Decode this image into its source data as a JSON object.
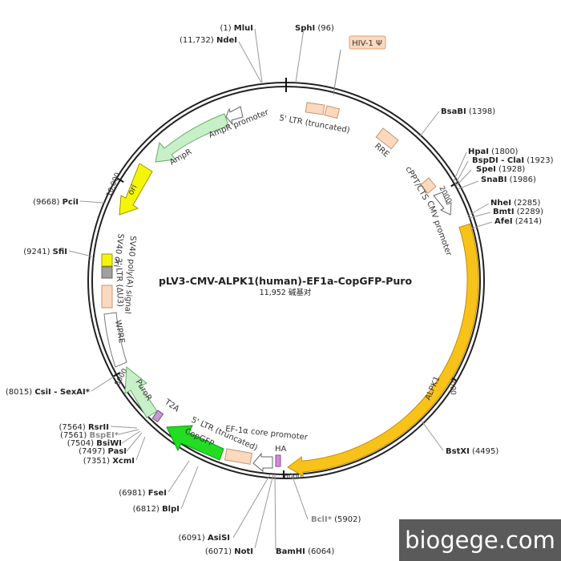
{
  "plasmid": {
    "name": "pLV3-CMV-ALPK1(human)-EF1a-CopGFP-Puro",
    "size_text": "11,952 碱基对",
    "length": 11952
  },
  "ticks": [
    {
      "pos": 2000,
      "label": "2000"
    },
    {
      "pos": 4000,
      "label": "4000"
    },
    {
      "pos": 6000,
      "label": "6000"
    },
    {
      "pos": 8000,
      "label": "8000"
    },
    {
      "pos": 10000,
      "label": "10,000"
    }
  ],
  "sites": [
    {
      "name": "MluI",
      "num": "(1)",
      "side": "left",
      "gray": false
    },
    {
      "name": "SphI",
      "num": "(96)",
      "side": "right",
      "gray": false
    },
    {
      "name": "NdeI",
      "num": "(11,732)",
      "side": "left",
      "gray": false
    },
    {
      "name": "BsaBI",
      "num": "(1398)",
      "side": "right",
      "gray": false
    },
    {
      "name": "HpaI",
      "num": "(1800)",
      "side": "right",
      "gray": false
    },
    {
      "name": "BspDI - ClaI",
      "num": "(1923)",
      "side": "right",
      "gray": false
    },
    {
      "name": "SpeI",
      "num": "(1928)",
      "side": "right",
      "gray": false
    },
    {
      "name": "SnaBI",
      "num": "(1986)",
      "side": "right",
      "gray": false
    },
    {
      "name": "NheI",
      "num": "(2285)",
      "side": "right",
      "gray": false
    },
    {
      "name": "BmtI",
      "num": "(2289)",
      "side": "right",
      "gray": false
    },
    {
      "name": "AfeI",
      "num": "(2414)",
      "side": "right",
      "gray": false
    },
    {
      "name": "BstXI",
      "num": "(4495)",
      "side": "right",
      "gray": false
    },
    {
      "name": "BclI*",
      "num": "(5902)",
      "side": "right",
      "gray": true
    },
    {
      "name": "BamHI",
      "num": "(6064)",
      "side": "right",
      "gray": false
    },
    {
      "name": "NotI",
      "num": "(6071)",
      "side": "left",
      "gray": false
    },
    {
      "name": "AsiSI",
      "num": "(6091)",
      "side": "left",
      "gray": false
    },
    {
      "name": "BlpI",
      "num": "(6812)",
      "side": "left",
      "gray": false
    },
    {
      "name": "FseI",
      "num": "(6981)",
      "side": "left",
      "gray": false
    },
    {
      "name": "XcmI",
      "num": "(7351)",
      "side": "left",
      "gray": false
    },
    {
      "name": "PasI",
      "num": "(7497)",
      "side": "left",
      "gray": false
    },
    {
      "name": "BsiWI",
      "num": "(7504)",
      "side": "left",
      "gray": false
    },
    {
      "name": "BspEI*",
      "num": "(7561)",
      "side": "left",
      "gray": true
    },
    {
      "name": "RsrII",
      "num": "(7564)",
      "side": "left",
      "gray": false
    },
    {
      "name": "CsiI - SexAI*",
      "num": "(8015)",
      "side": "left",
      "gray": false
    },
    {
      "name": "SfiI",
      "num": "(9241)",
      "side": "left",
      "gray": false
    },
    {
      "name": "PciI",
      "num": "(9668)",
      "side": "left",
      "gray": false
    }
  ],
  "features": [
    {
      "name": "HIV-1 Ψ",
      "kind": "boxed-label"
    },
    {
      "name": "5' LTR (truncated)",
      "kind": "box"
    },
    {
      "name": "RRE",
      "kind": "box"
    },
    {
      "name": "cPPT/CTS",
      "kind": "box"
    },
    {
      "name": "CMV promoter",
      "kind": "arrow"
    },
    {
      "name": "ALPK1",
      "kind": "arrow",
      "color": "#f7c21a"
    },
    {
      "name": "HA",
      "kind": "box"
    },
    {
      "name": "EF-1α core promoter",
      "kind": "arrow"
    },
    {
      "name": "5' LTR (truncated)",
      "kind": "box"
    },
    {
      "name": "CopGFP",
      "kind": "arrow",
      "color": "#22dd22"
    },
    {
      "name": "T2A",
      "kind": "box"
    },
    {
      "name": "PuroR",
      "kind": "arrow",
      "color": "#c8f0c8"
    },
    {
      "name": "WPRE",
      "kind": "box"
    },
    {
      "name": "3' LTR (ΔU3)",
      "kind": "box"
    },
    {
      "name": "SV40 poly(A) signal",
      "kind": "box"
    },
    {
      "name": "SV40 ori",
      "kind": "box"
    },
    {
      "name": "ori",
      "kind": "arrow",
      "color": "#f5f50a"
    },
    {
      "name": "AmpR",
      "kind": "arrow",
      "color": "#c8f0c8"
    },
    {
      "name": "AmpR promoter",
      "kind": "arrow"
    }
  ],
  "watermark": "biogege.com"
}
